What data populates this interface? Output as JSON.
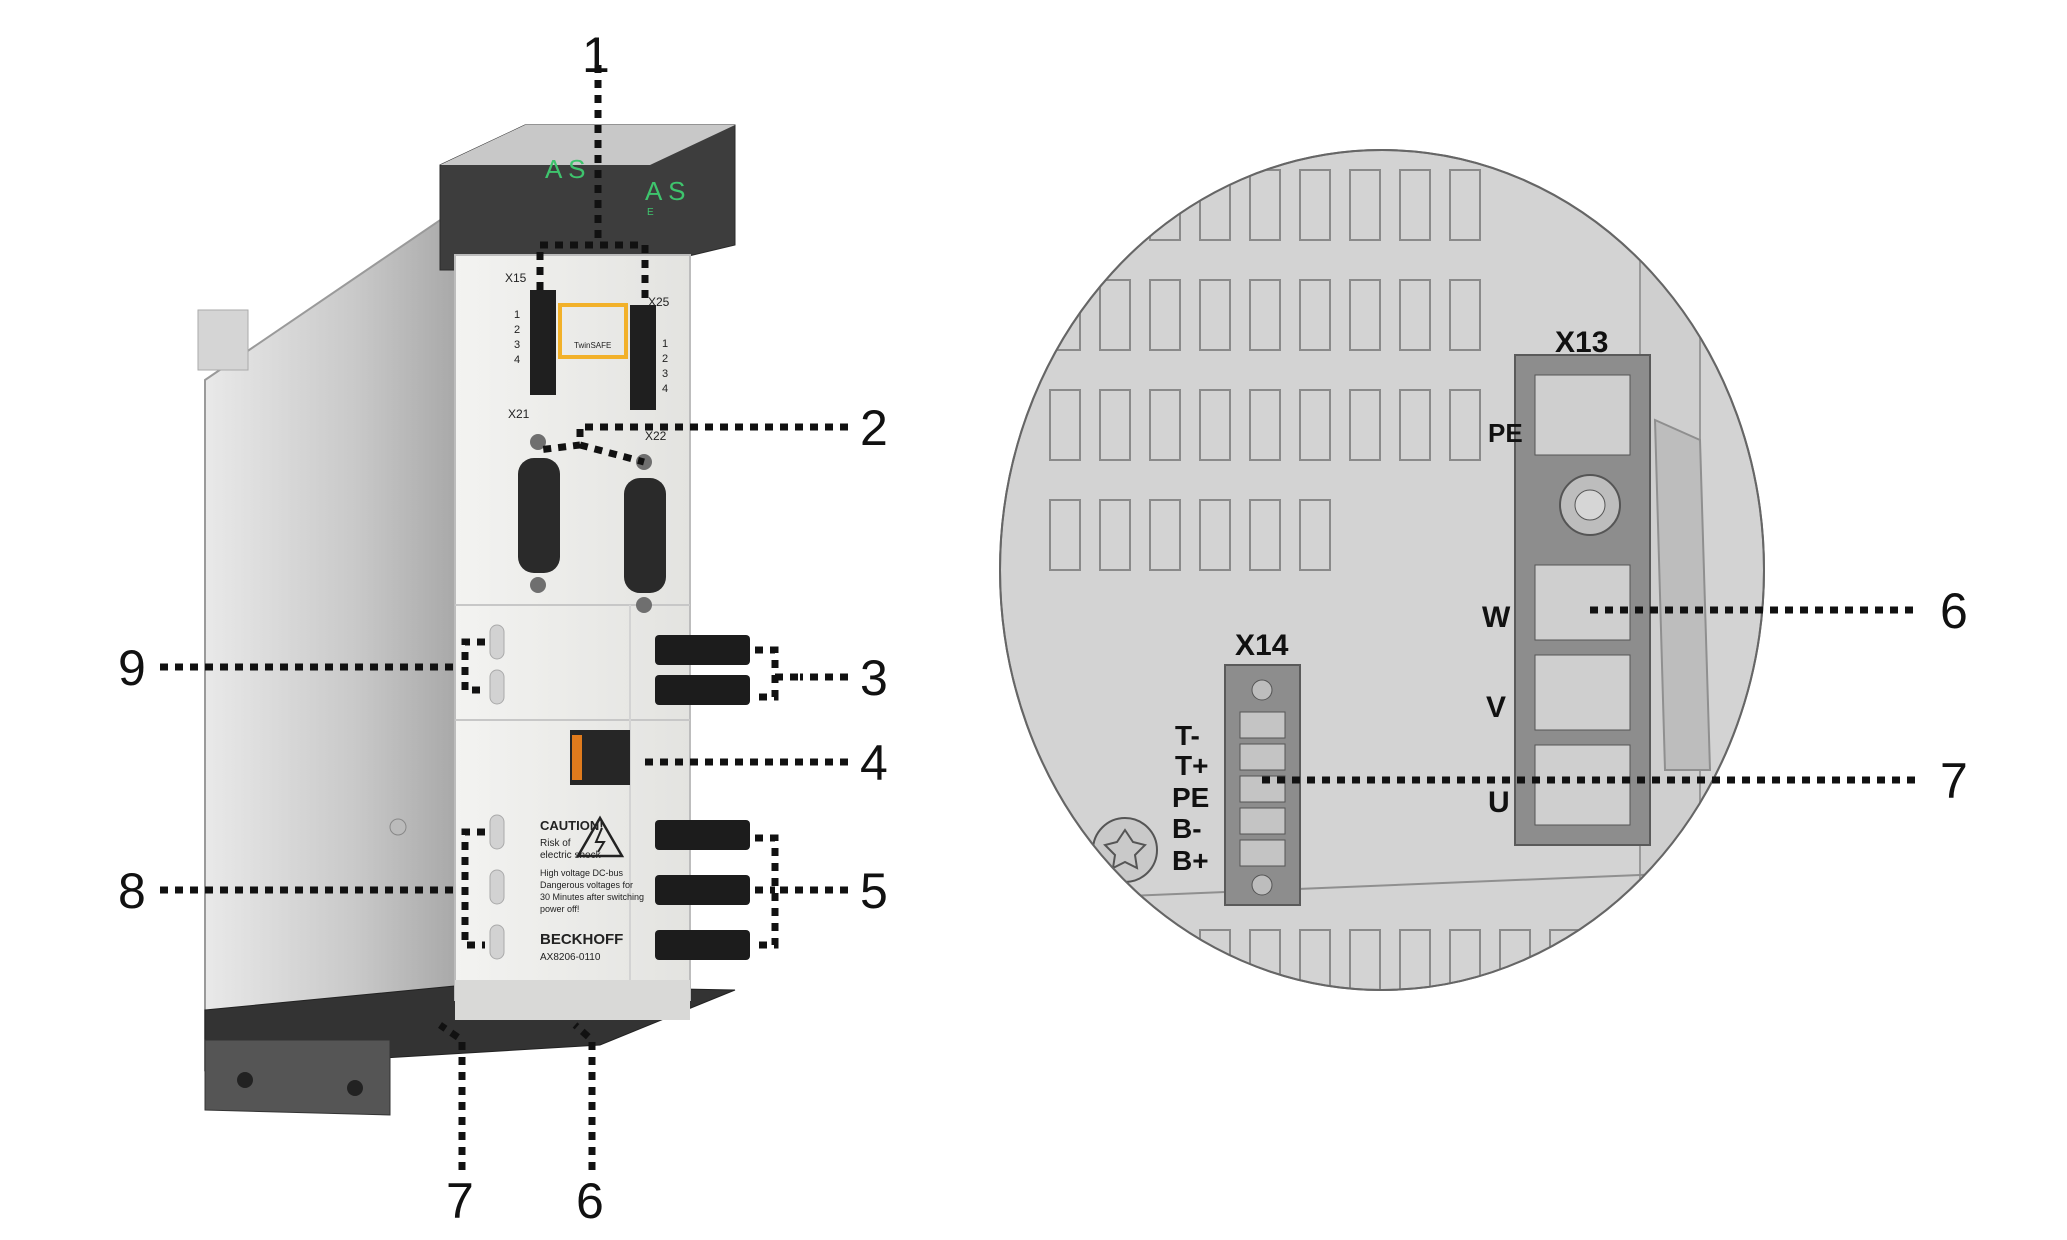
{
  "callouts": {
    "c1": "1",
    "c2": "2",
    "c3": "3",
    "c4": "4",
    "c5": "5",
    "c6": "6",
    "c7": "7",
    "c8": "8",
    "c9": "9",
    "c6r": "6",
    "c7r": "7"
  },
  "display": {
    "left": "A S",
    "right": "A S",
    "right_sub": "E"
  },
  "device_labels": {
    "x15": "X15",
    "x25": "X25",
    "x21": "X21",
    "x22": "X22",
    "twinsafe": "TwinSAFE",
    "pin1": "1",
    "pin2": "2",
    "pin3": "3",
    "pin4": "4"
  },
  "warning": {
    "caution": "CAUTION!",
    "risk1": "Risk of",
    "risk2": "electric shock",
    "hv1": "High voltage DC-bus",
    "hv2": "Dangerous voltages for",
    "hv3": "30 Minutes after switching",
    "hv4": "power off!"
  },
  "brand": "BECKHOFF",
  "model": "AX8206-0110",
  "detail": {
    "x13": "X13",
    "x14": "X14",
    "x13_pins": [
      "PE",
      "W",
      "V",
      "U"
    ],
    "x14_pins": [
      "T-",
      "T+",
      "PE",
      "B-",
      "B+"
    ]
  },
  "colors": {
    "ink": "#111111",
    "display_green": "#3ec46d",
    "twinsafe_yellow": "#f2b12a",
    "detail_bg": "#d3d3d3"
  }
}
